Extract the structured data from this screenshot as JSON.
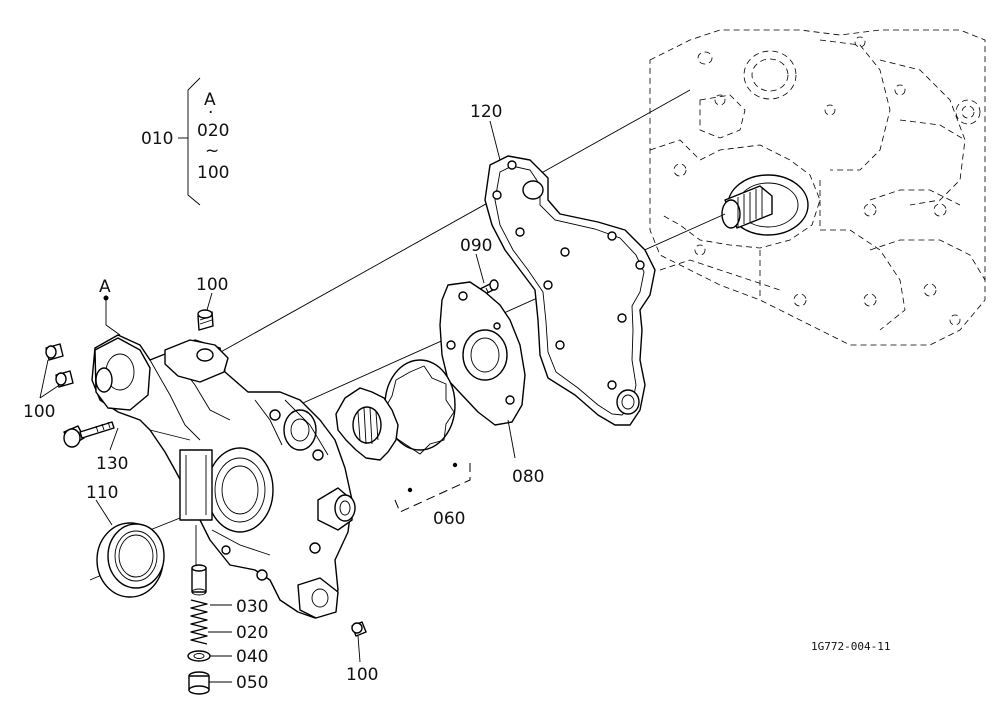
{
  "labels": {
    "p010": "010",
    "groupA": "A",
    "dot": "·",
    "p020_group": "020",
    "tilde": "~",
    "p100_group": "100",
    "p120": "120",
    "p090": "090",
    "pointA": "A",
    "p100_top": "100",
    "p100_left": "100",
    "p130": "130",
    "p110": "110",
    "p080": "080",
    "p060": "060",
    "p030": "030",
    "p020": "020",
    "p040": "040",
    "p050": "050",
    "p100_bottom": "100"
  },
  "drawing_code": "1G772-004-11"
}
